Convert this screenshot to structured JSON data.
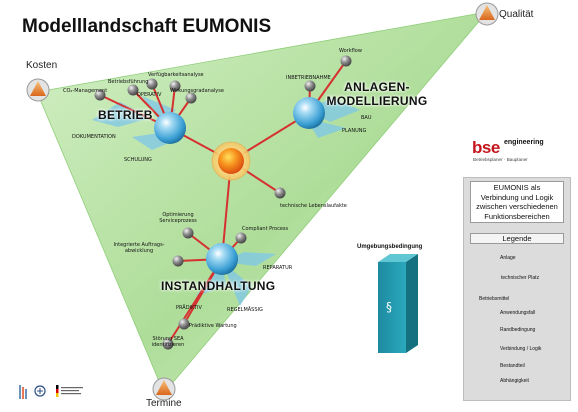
{
  "title": "Modelllandschaft EUMONIS",
  "corners": {
    "qualitaet": "Qualität",
    "kosten": "Kosten",
    "termine": "Termine"
  },
  "hubs": {
    "betrieb": "BETRIEB",
    "anlagen_line1": "ANLAGEN-",
    "anlagen_line2": "MODELLIERUNG",
    "instandhaltung": "INSTANDHALTUNG"
  },
  "nodes": {
    "betrieb": {
      "co2": "CO₂-Management",
      "betriebsfuehrung": "Betriebsführung",
      "verfuegbarkeit": "Verfügbarkeitsanalyse",
      "wirkungsgrad": "Wirkungsgradanalyse",
      "operativ": "OPERATIV",
      "dokumentation": "DOKUMENTATION",
      "schulung": "SCHULUNG"
    },
    "anlagen": {
      "workflow": "Workflow",
      "inbetriebnahme": "INBETRIEBNAHME",
      "bau": "BAU",
      "planung": "PLANUNG"
    },
    "center": {
      "lebenslauf": "technische Lebenslaufakte"
    },
    "instandhaltung": {
      "optimierung_1": "Optimierung",
      "optimierung_2": "Serviceprozess",
      "integrierte_1": "Integrierte Auftrags-",
      "integrierte_2": "abwicklung",
      "compliant": "Compliant Process",
      "reparatur": "REPARATUR",
      "praediktiv": "PRÄDIKTIV",
      "regelmaessig": "REGELMÄSSIG",
      "praediktive_wartung": "Prädiktive Wartung",
      "stoerung_1": "Störung SEA",
      "stoerung_2": "identifizieren"
    }
  },
  "umgebung": {
    "label": "Umgebungsbedingung",
    "symbol": "§"
  },
  "brand": {
    "logo_main": "bse",
    "logo_sup": "engineering",
    "logo_sub": "Betriebsplaner · Bauplaner",
    "accent": "#c4161c"
  },
  "panel": {
    "description": [
      "EUMONIS als",
      "Verbindung und Logik",
      "zwischen verschiedenen",
      "Funktionsbereichen"
    ],
    "legend_title": "Legende",
    "legend": {
      "anlage": "Anlage",
      "technischer_platz": "technischer Platz",
      "betriebsmittel": "Betriebsmittel",
      "anwendungsfall": "Anwendungsfall",
      "randbedingung": "Randbedingung",
      "verbindung": "Verbindung / Logik",
      "bestandteil": "Bestandteil",
      "abhaengigkeit": "Abhängigkeit"
    }
  },
  "colors": {
    "triangle": "#bfe6b0",
    "hub_blue": "#5ab4e0",
    "center_orange": "#f58220",
    "connector_red": "#d63030",
    "bestandteil_blue": "#69b7dd",
    "abhaengigkeit_grey": "#666666",
    "node_grey": "#7d7d7d",
    "randbedingung_orange": "#e7862a"
  }
}
